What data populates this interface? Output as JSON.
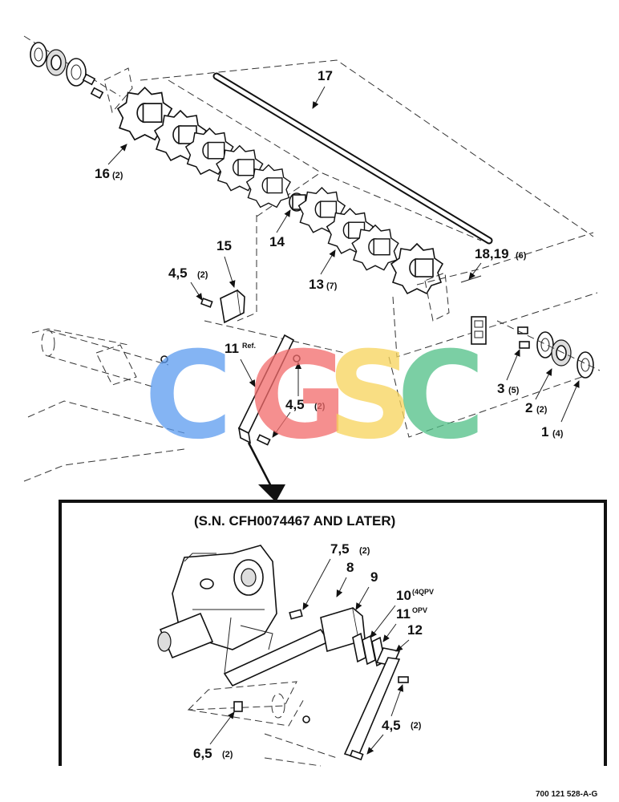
{
  "inset_title": "(S.N. CFH0074467 AND LATER)",
  "drawing_number": "700 121 528-A-G",
  "watermark": {
    "letters": [
      "C",
      "G",
      "S",
      "C"
    ],
    "colors": [
      "#5b9bf0",
      "#f26a6a",
      "#f7d45a",
      "#4fbf86"
    ]
  },
  "callouts": {
    "c17": {
      "num": "17",
      "qty": ""
    },
    "c16": {
      "num": "16",
      "qty": "(2)"
    },
    "c15": {
      "num": "15",
      "qty": ""
    },
    "c14": {
      "num": "14",
      "qty": ""
    },
    "c13": {
      "num": "13",
      "qty": "(7)"
    },
    "c18": {
      "num": "18,19",
      "qty": "(6)"
    },
    "c4a": {
      "num": "4,5",
      "qty": "(2)"
    },
    "c11ref": {
      "num": "11",
      "qty": "Ref."
    },
    "c4b": {
      "num": "4,5",
      "qty": "(2)"
    },
    "c3": {
      "num": "3",
      "qty": "(5)"
    },
    "c2": {
      "num": "2",
      "qty": "(2)"
    },
    "c1": {
      "num": "1",
      "qty": "(4)"
    },
    "c7": {
      "num": "7,5",
      "qty": "(2)"
    },
    "c8": {
      "num": "8",
      "qty": ""
    },
    "c9": {
      "num": "9",
      "qty": ""
    },
    "c10": {
      "num": "10",
      "qty": "(4QPV"
    },
    "c11": {
      "num": "11",
      "qty": "OPV"
    },
    "c12": {
      "num": "12",
      "qty": ""
    },
    "c4c": {
      "num": "4,5",
      "qty": "(2)"
    },
    "c6": {
      "num": "6,5",
      "qty": "(2)"
    }
  }
}
